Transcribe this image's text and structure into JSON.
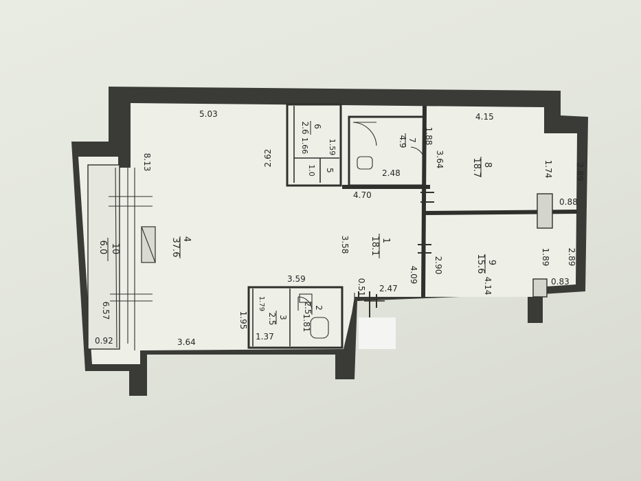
{
  "labels": {
    "top_5_03": "5.03",
    "top_4_15": "4.15",
    "dim_2_62": "2.62",
    "dim_8_13": "8.13",
    "dim_4_70": "4.70",
    "dim_3_58": "3.58",
    "dim_2_48": "2.48",
    "dim_3_64_top": "3.64",
    "dim_1_74": "1.74",
    "dim_2_89": "2.89",
    "dim_0_88": "0.88",
    "dim_2_90": "2.90",
    "dim_4_09": "4.09",
    "dim_1_89": "1.89",
    "dim_2_89b": "2.89",
    "dim_0_83": "0.83",
    "dim_4_14": "4.14",
    "dim_3_59": "3.59",
    "dim_0_51": "0.51",
    "dim_2_47": "2.47",
    "dim_1_95": "1.95",
    "dim_3_64_bottom": "3.64",
    "dim_6_57": "6.57",
    "dim_0_92": "0.92",
    "dim_1_79": "1.79",
    "dim_1_37": "1.37",
    "dim_1_81": "1.81",
    "dim_1_66": "1.66",
    "dim_1_59": "1.59",
    "dim_1_0": "1.0",
    "dim_1_88": "1.88"
  },
  "rooms": {
    "r1": {
      "num": "1",
      "area": "18.1"
    },
    "r2": {
      "num": "2",
      "area": "2.5"
    },
    "r3": {
      "num": "3",
      "area": "2.5"
    },
    "r4": {
      "num": "4",
      "area": "37.6"
    },
    "r5": {
      "num": "5",
      "area": ""
    },
    "r6": {
      "num": "6",
      "area": "2.6"
    },
    "r7": {
      "num": "7",
      "area": "4.9"
    },
    "r8": {
      "num": "8",
      "area": "18.7"
    },
    "r9": {
      "num": "9",
      "area": "15.6"
    },
    "r10": {
      "num": "10",
      "area": "6.0"
    }
  }
}
